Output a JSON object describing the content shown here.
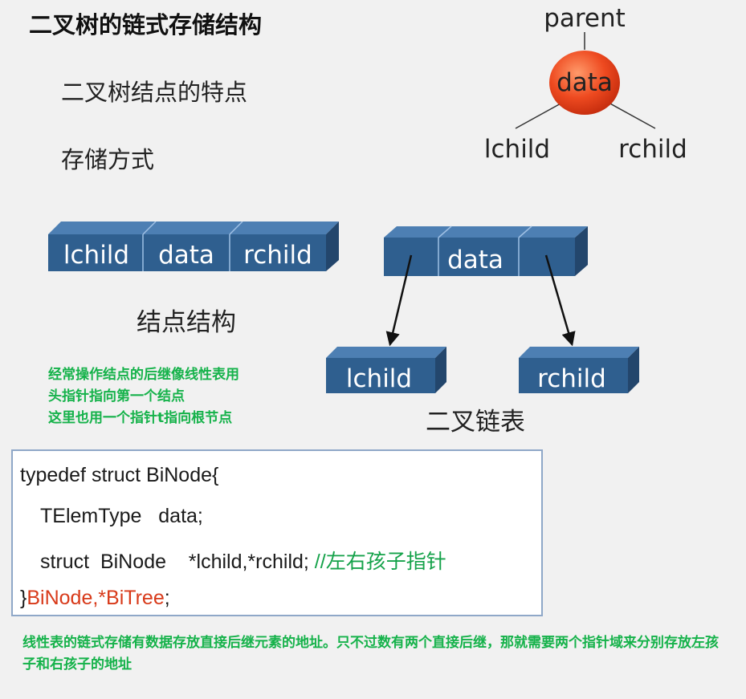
{
  "title": "二叉树的链式存储结构",
  "bullets": [
    "二叉树结点的特点",
    "存储方式"
  ],
  "tree": {
    "center": "data",
    "parent": "parent",
    "left": "lchild",
    "right": "rchild"
  },
  "node_structure": {
    "cells": [
      "lchild",
      "data",
      "rchild"
    ],
    "caption": "结点结构"
  },
  "binary_linked_list": {
    "node_cells": [
      "",
      "data",
      ""
    ],
    "left_child": "lchild",
    "right_child": "rchild",
    "caption": "二叉链表"
  },
  "note_top": [
    "经常操作结点的后继像线性表用",
    "头指针指向第一个结点",
    "这里也用一个指针t指向根节点"
  ],
  "code": {
    "line1": "typedef struct BiNode{",
    "line2": "TElemType   data;",
    "line3_code": "struct  BiNode    *lchild,*rchild; ",
    "line3_comment": "//左右孩子指针",
    "line4_brace": "}",
    "line4_types": "BiNode,*BiTree",
    "line4_end": ";"
  },
  "note_bottom": "线性表的链式存储有数据存放直接后继元素的地址。只不过数有两个直接后继，那就需要两个指针域来分别存放左孩子和右孩子的地址",
  "colors": {
    "box_front": "#2f5f8f",
    "box_top": "#4d7fb3",
    "box_side": "#23466c",
    "node_circle": "#e8421e",
    "note_green": "#15b24a",
    "code_red": "#d83a1a"
  }
}
